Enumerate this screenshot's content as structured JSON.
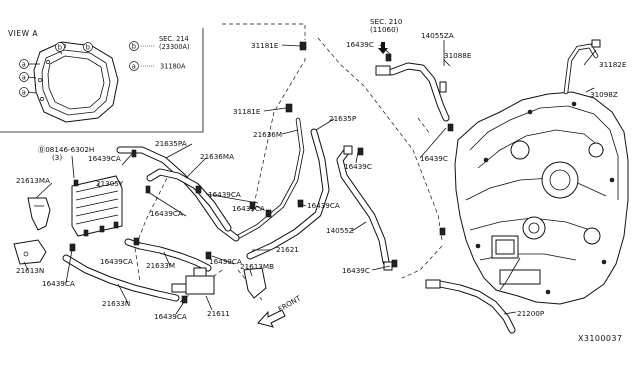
{
  "view_a": {
    "title": "VIEW A",
    "markers": [
      "b",
      "a",
      "a",
      "a",
      "b"
    ],
    "legend": [
      {
        "marker": "b",
        "ref": "SEC. 214",
        "sub": "(23300A)"
      },
      {
        "marker": "a",
        "ref": "31180A",
        "sub": ""
      }
    ]
  },
  "section_refs": [
    {
      "ref": "SEC. 210",
      "sub": "(11060)"
    }
  ],
  "part_labels": {
    "p31181E_top": "31181E",
    "p31181E_mid": "31181E",
    "p16439C_a": "16439C",
    "p14055ZA": "14055ZA",
    "p31088E": "31088E",
    "p31182E": "31182E",
    "p31098Z": "31098Z",
    "p21636M": "21636M",
    "p21635P": "21635P",
    "p21635PA": "21635PA",
    "p21636MA": "21636MA",
    "p08146": "Ⓑ08146-6302H",
    "p08146_qty": "(3)",
    "p16439CA_a": "16439CA",
    "p16439C_b": "16439C",
    "p16439C_c": "16439C",
    "p21613MA": "21613MA",
    "p21305Y": "21305Y",
    "p16439CA_b": "16439CA",
    "p16439CA_c": "16439CA",
    "p16439CA_d": "16439CA",
    "p16439CA_e": "16439CA",
    "p14055Z": "14055Z",
    "p21621": "21621",
    "p16439CA_f": "16439CA",
    "p21613MB": "21613MB",
    "p21633M": "21633M",
    "p21613N": "21613N",
    "p16439CA_g": "16439CA",
    "p16439C_d": "16439C",
    "p16439CA_h": "16439CA",
    "p21633N": "21633N",
    "p21611": "21611",
    "p16439CA_i": "16439CA",
    "p21200P": "21200P"
  },
  "front_label": "FRONT",
  "diagram_id": "X3100037"
}
